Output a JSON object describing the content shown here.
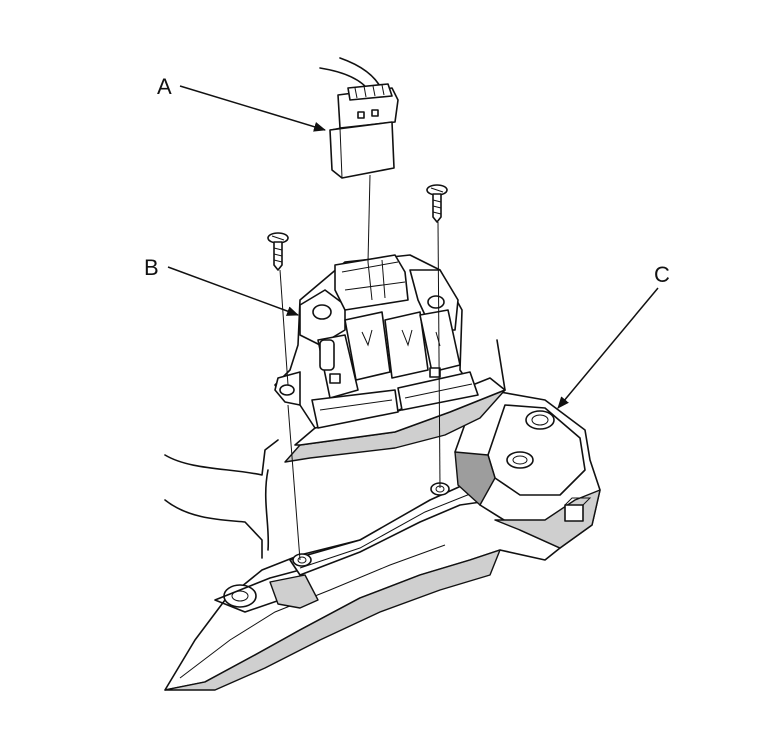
{
  "diagram": {
    "callouts": [
      {
        "id": "a",
        "label": "A"
      },
      {
        "id": "b",
        "label": "B"
      },
      {
        "id": "c",
        "label": "C"
      }
    ],
    "parts": [
      {
        "id": "connector",
        "icon": "connector-icon"
      },
      {
        "id": "screw-left",
        "icon": "screw-icon"
      },
      {
        "id": "screw-right",
        "icon": "screw-icon"
      },
      {
        "id": "switch-assembly",
        "icon": "switch-icon"
      },
      {
        "id": "steering-wheel-cover",
        "icon": "cover-icon"
      }
    ],
    "colors": {
      "line": "#111111",
      "fill": "#ffffff",
      "shade": "#cfcfcf",
      "dark": "#9d9d9d"
    }
  }
}
